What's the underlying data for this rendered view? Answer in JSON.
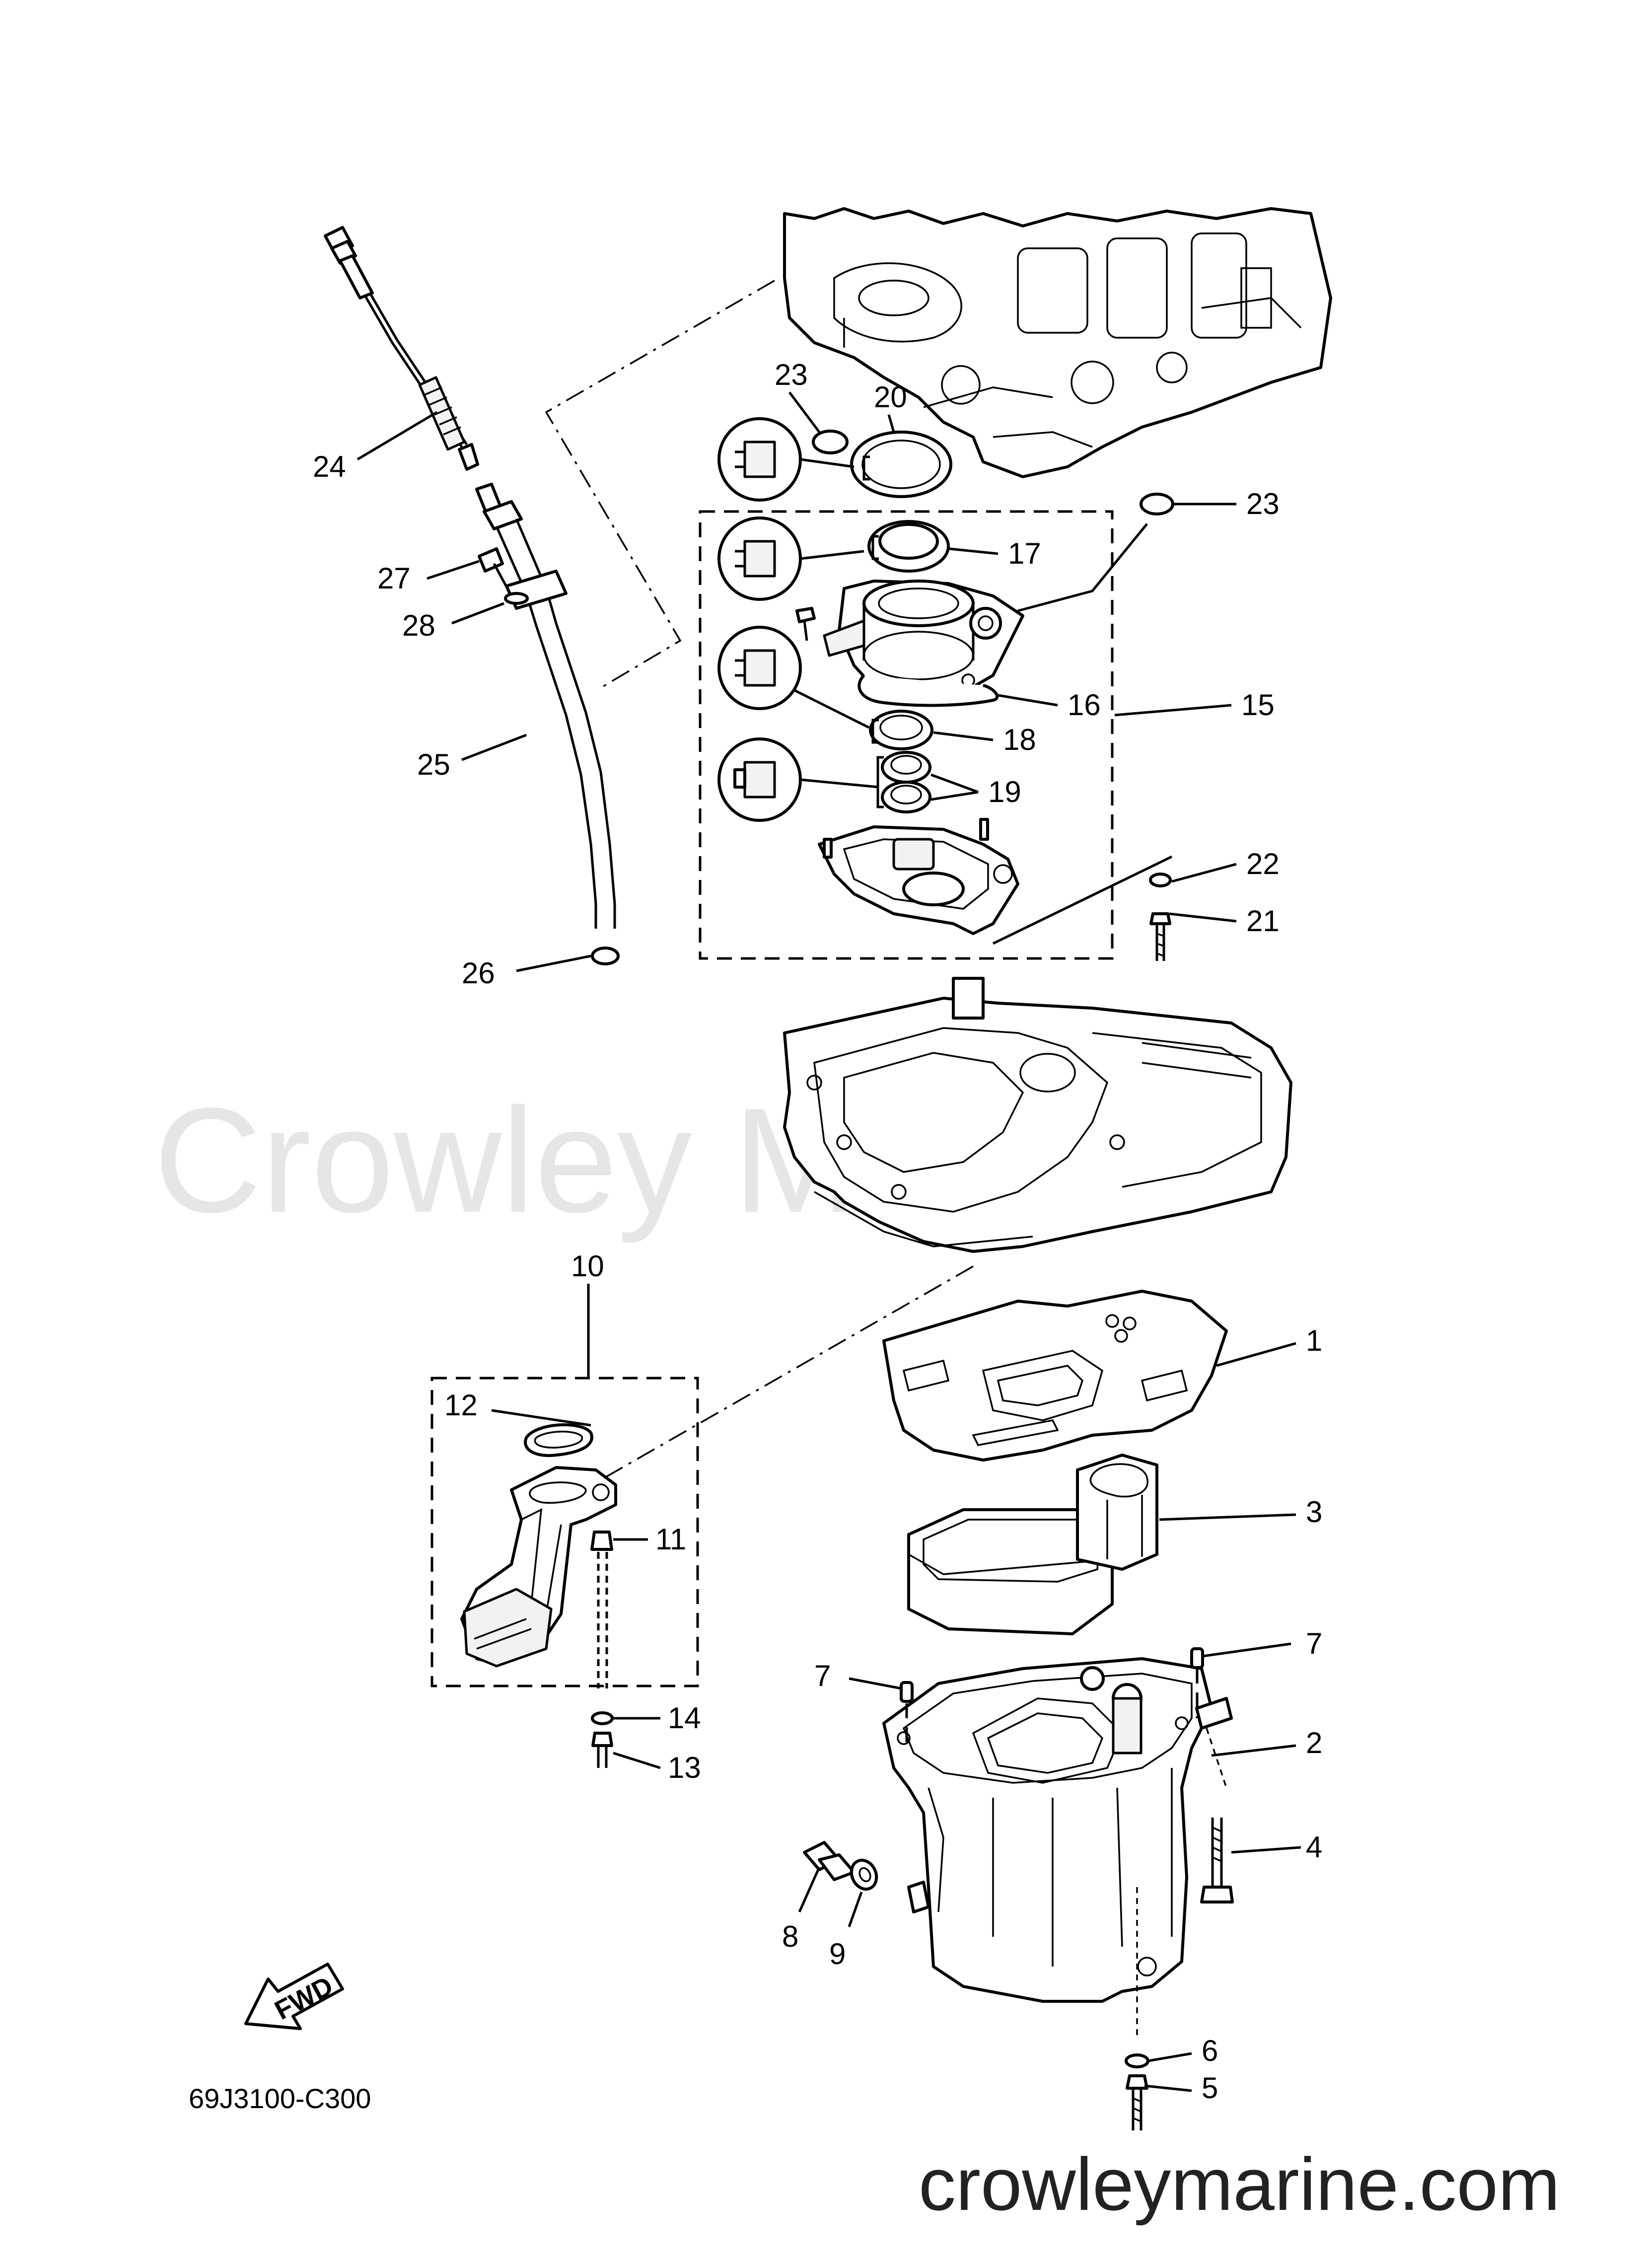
{
  "watermark": "Crowley Marine",
  "footer_url": "crowleymarine.com",
  "diagram_code": "69J3100-C300",
  "fwd_label": "FWD",
  "callouts": [
    {
      "id": "c1",
      "label": "1"
    },
    {
      "id": "c2",
      "label": "2"
    },
    {
      "id": "c3",
      "label": "3"
    },
    {
      "id": "c4",
      "label": "4"
    },
    {
      "id": "c5",
      "label": "5"
    },
    {
      "id": "c6",
      "label": "6"
    },
    {
      "id": "c7a",
      "label": "7"
    },
    {
      "id": "c7b",
      "label": "7"
    },
    {
      "id": "c8",
      "label": "8"
    },
    {
      "id": "c9",
      "label": "9"
    },
    {
      "id": "c10",
      "label": "10"
    },
    {
      "id": "c11",
      "label": "11"
    },
    {
      "id": "c12",
      "label": "12"
    },
    {
      "id": "c13",
      "label": "13"
    },
    {
      "id": "c14",
      "label": "14"
    },
    {
      "id": "c15",
      "label": "15"
    },
    {
      "id": "c16",
      "label": "16"
    },
    {
      "id": "c17",
      "label": "17"
    },
    {
      "id": "c18",
      "label": "18"
    },
    {
      "id": "c19",
      "label": "19"
    },
    {
      "id": "c20",
      "label": "20"
    },
    {
      "id": "c21",
      "label": "21"
    },
    {
      "id": "c22",
      "label": "22"
    },
    {
      "id": "c23a",
      "label": "23"
    },
    {
      "id": "c23b",
      "label": "23"
    },
    {
      "id": "c24",
      "label": "24"
    },
    {
      "id": "c25",
      "label": "25"
    },
    {
      "id": "c26",
      "label": "26"
    },
    {
      "id": "c27",
      "label": "27"
    },
    {
      "id": "c28",
      "label": "28"
    }
  ]
}
